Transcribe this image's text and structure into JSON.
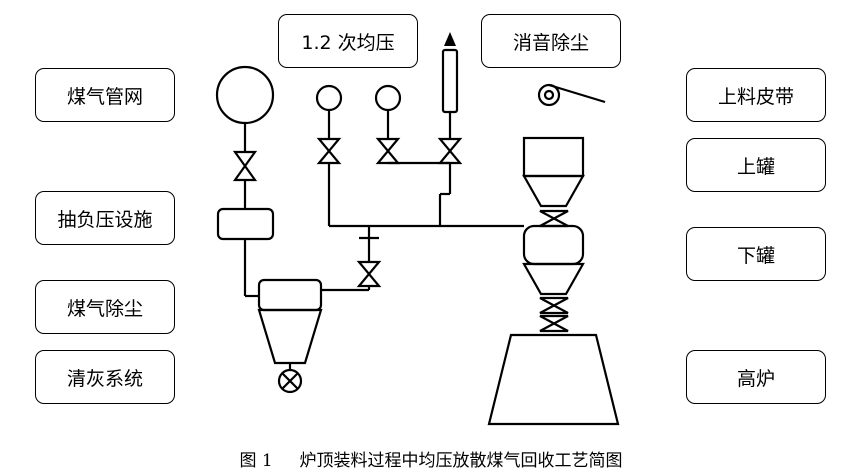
{
  "labels": {
    "gas_network": "煤气管网",
    "negative_pressure": "抽负压设施",
    "gas_dedust": "煤气除尘",
    "ash_system": "清灰系统",
    "equalize": "1.2 次均压",
    "silencer": "消音除尘",
    "belt": "上料皮带",
    "upper_tank": "上罐",
    "lower_tank": "下罐",
    "blast_furnace": "高炉"
  },
  "caption": {
    "number": "图 1",
    "title": "炉顶装料过程中均压放散煤气回收工艺简图"
  }
}
